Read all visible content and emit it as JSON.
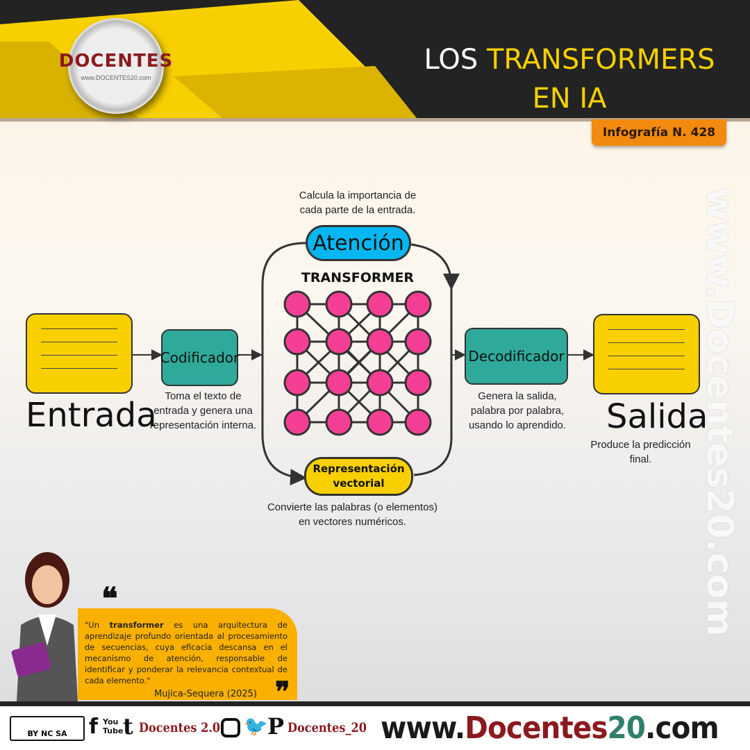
{
  "header": {
    "title_part1": "LOS ",
    "title_part2": "TRANSFORMERS",
    "title_line2": "EN IA",
    "logo_text": "DOCENTES",
    "logo_url": "www.DOCENTES20.com",
    "badge": "Infografía N. 428"
  },
  "diagram": {
    "input": {
      "label": "Entrada"
    },
    "encoder": {
      "label": "Codificador",
      "desc": "Toma el texto de entrada y genera una representación interna."
    },
    "attention": {
      "label": "Atención",
      "desc": "Calcula la importancia de cada parte de la entrada."
    },
    "transformer_label": "TRANSFORMER",
    "vector": {
      "label": "Representación vectorial",
      "desc": "Convierte las palabras (o elementos) en vectores numéricos."
    },
    "decoder": {
      "label": "Decodificador",
      "desc": "Genera la salida, palabra por palabra, usando lo aprendido."
    },
    "output": {
      "label": "Salida",
      "desc": "Produce la predicción final."
    }
  },
  "quote": {
    "pre": "\"Un ",
    "bold": "transformer",
    "post": " es una arquitectura de aprendizaje profundo orientada al procesamiento de secuencias, cuya eficacia descansa en el mecanismo de atención, responsable de identificar y ponderar la relevancia contextual de cada elemento.\"",
    "author": "Mujica-Sequera (2025)"
  },
  "watermark": "www.Docentes20.com",
  "footer": {
    "license": "BY NC SA",
    "social1": "Docentes 2.0",
    "social2": "Docentes_20",
    "url_pre": "www.",
    "url_mid": "Docentes",
    "url_num": "20",
    "url_post": ".com"
  },
  "colors": {
    "yellow": "#f8d000",
    "teal": "#2fa99a",
    "attention": "#06b6f0",
    "node": "#f43f95",
    "brand_red": "#8b1a1f",
    "orange": "#f28a0f"
  }
}
